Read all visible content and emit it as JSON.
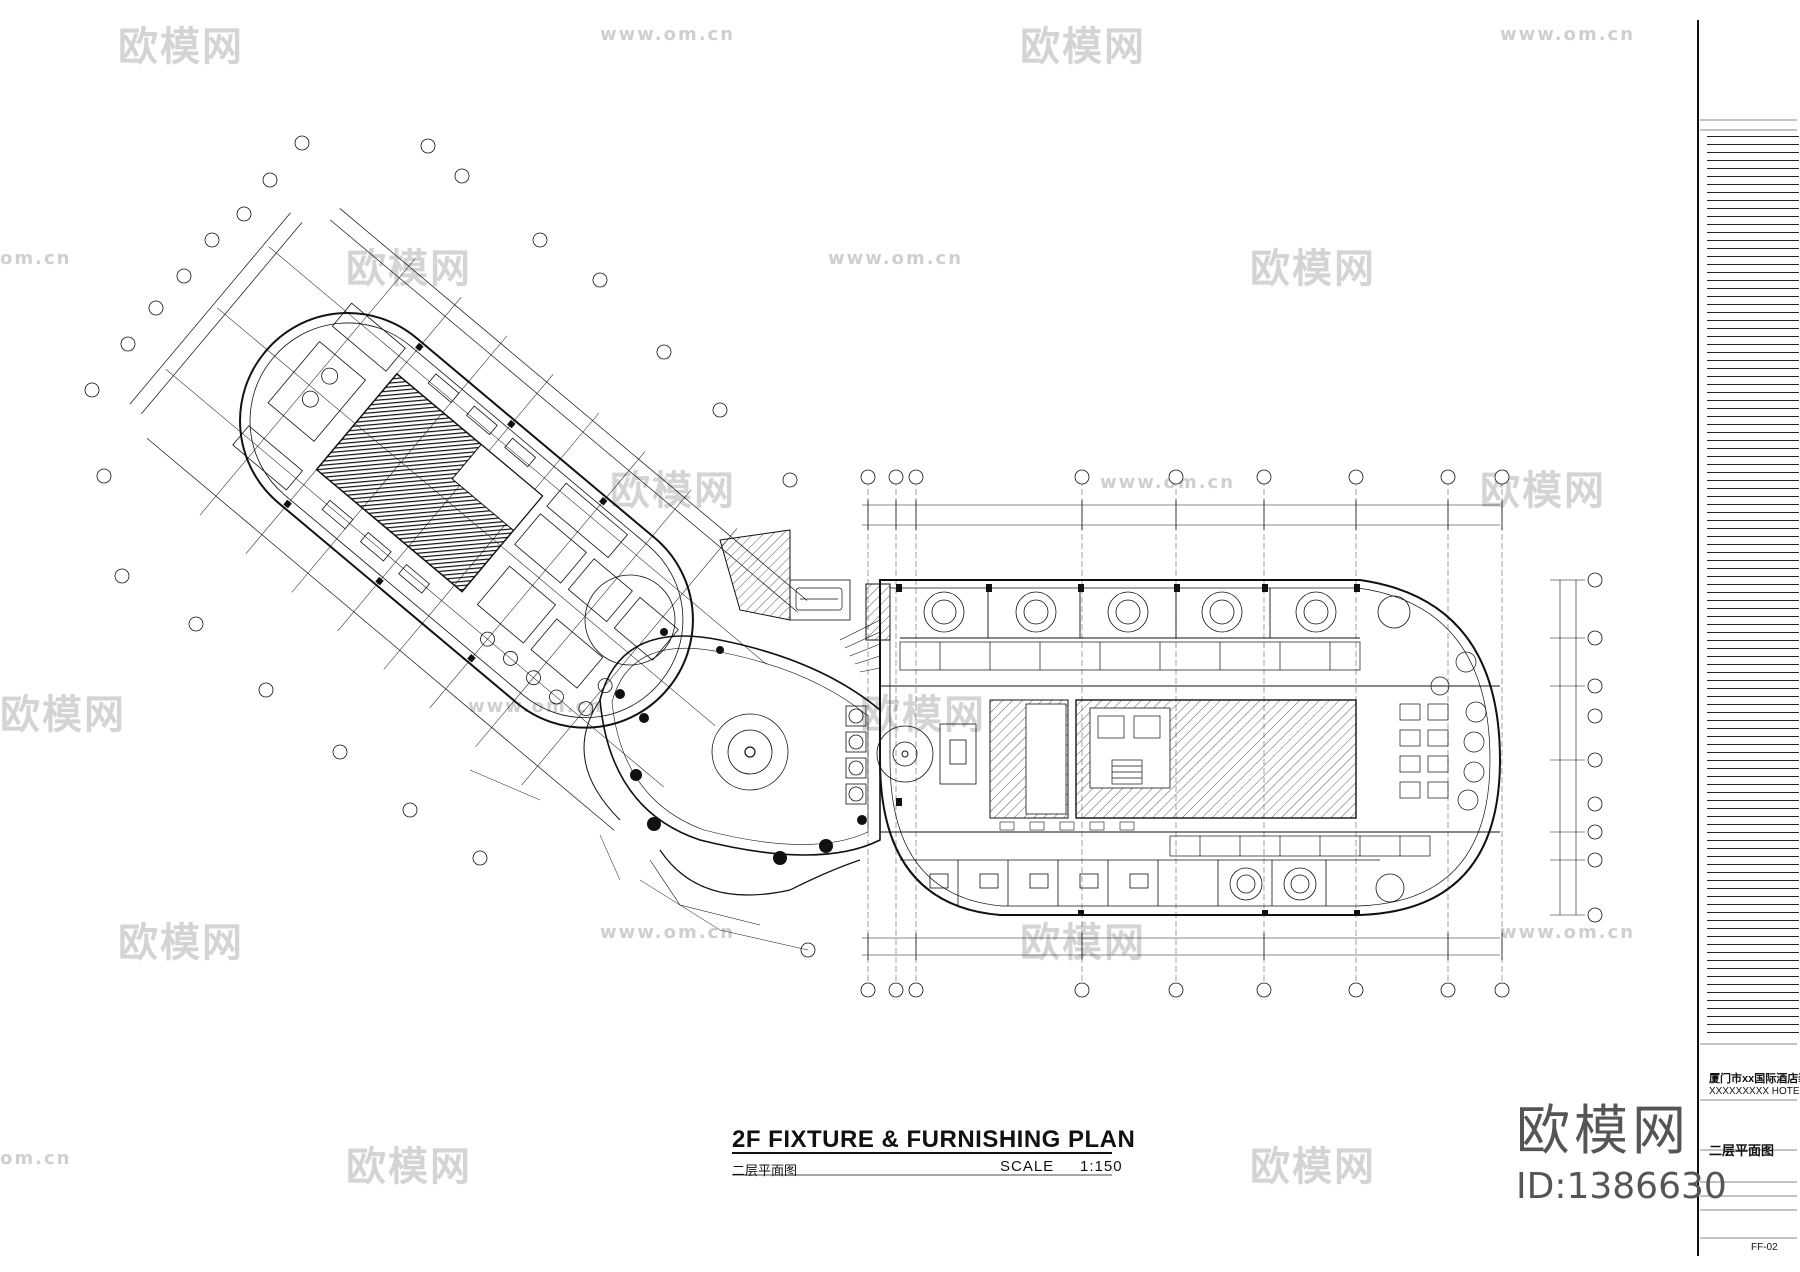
{
  "drawing": {
    "title": "2F FIXTURE & FURNISHING  PLAN",
    "subtitle_cn": "二层平面图",
    "scale_label": "SCALE",
    "scale_value": "1:150"
  },
  "title_block": {
    "hotel_name_cn": "厦门市xx国际酒店装修",
    "hotel_name_en": "XXXXXXXXX HOTEL",
    "drawing_name_cn": "二层平面图",
    "sheet_number": "FF-02"
  },
  "watermarks": {
    "logo_text": "欧模网",
    "url_text": "www.om.cn",
    "url_short": "om.cn",
    "id_text": "ID:1386630"
  },
  "colors": {
    "line": "#111111",
    "hatch": "#1a1a1a",
    "watermark": "#d4d4d4",
    "background": "#ffffff"
  }
}
